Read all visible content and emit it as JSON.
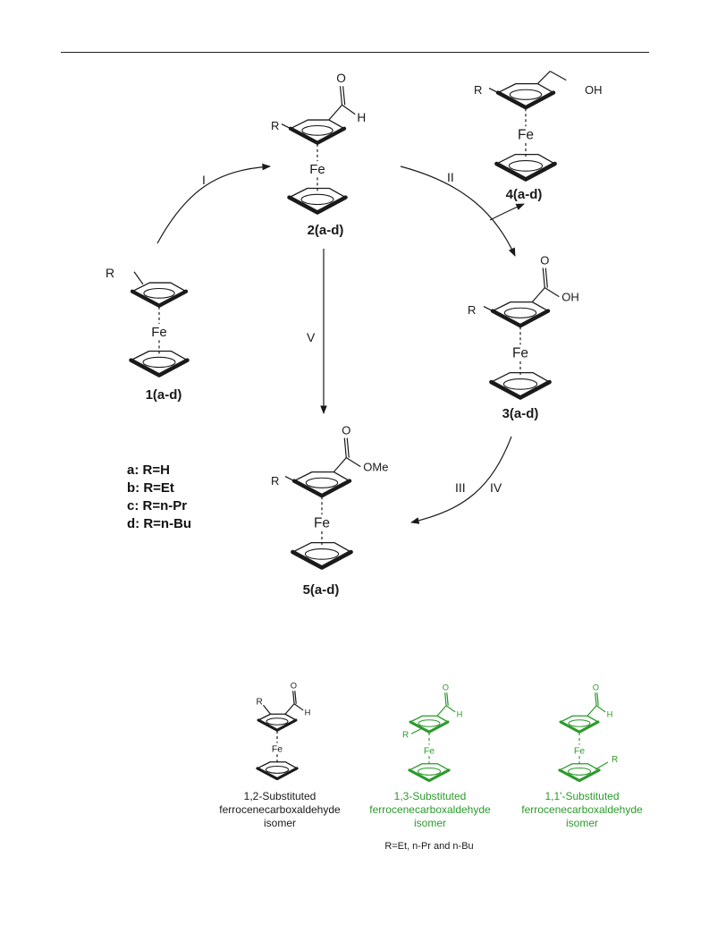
{
  "compounds": {
    "c1": "1(a-d)",
    "c2": "2(a-d)",
    "c3": "3(a-d)",
    "c4": "4(a-d)",
    "c5": "5(a-d)"
  },
  "steps": {
    "I": "I",
    "II": "II",
    "III": "III",
    "IV": "IV",
    "V": "V"
  },
  "atoms": {
    "fe": "Fe",
    "r": "R",
    "o": "O",
    "h": "H",
    "oh": "OH",
    "ome": "OMe"
  },
  "legend": [
    "a: R=H",
    "b: R=Et",
    "c: R=n-Pr",
    "d: R=n-Bu"
  ],
  "isomers": [
    {
      "line1": "1,2-Substituted",
      "line2": "ferrocenecarboxaldehyde",
      "line3": "isomer",
      "color": "#1a1a1a"
    },
    {
      "line1": "1,3-Substituted",
      "line2": "ferrocenecarboxaldehyde",
      "line3": "isomer",
      "color": "#2b9a2b"
    },
    {
      "line1": "1,1'-Substituted",
      "line2": "ferrocenecarboxaldehyde",
      "line3": "isomer",
      "color": "#2b9a2b"
    }
  ],
  "isomer_note": "R=Et, n-Pr and n-Bu"
}
